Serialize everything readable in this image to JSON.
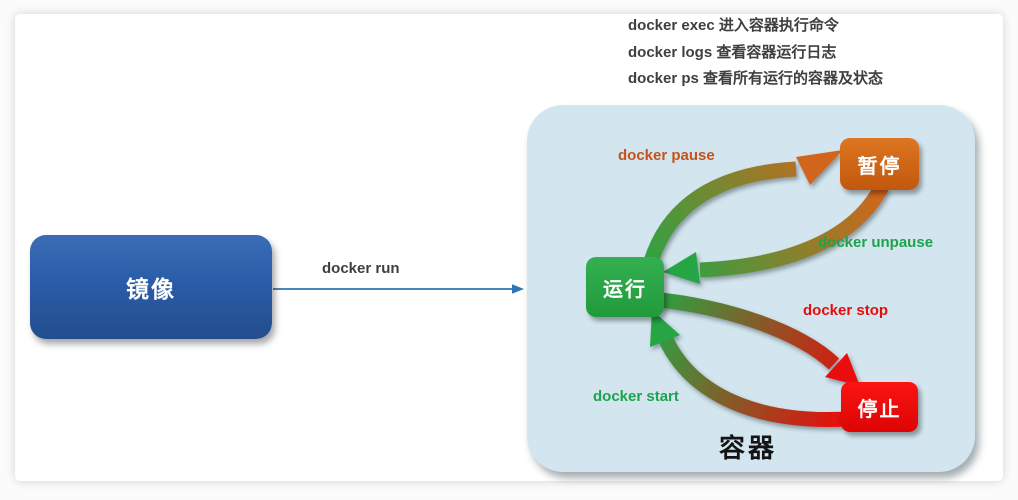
{
  "notes": {
    "lines": [
      "docker exec 进入容器执行命令",
      "docker logs 查看容器运行日志",
      "docker ps 查看所有运行的容器及状态"
    ]
  },
  "image_node": {
    "label": "镜像",
    "color": "#2b5ca8"
  },
  "run_arrow": {
    "label": "docker run",
    "color": "#2e75b6"
  },
  "container_panel": {
    "title": "容器",
    "bg": "#d3e5ee",
    "states": {
      "running": {
        "label": "运行",
        "color": "#28a544"
      },
      "paused": {
        "label": "暂停",
        "color": "#d2651c"
      },
      "stopped": {
        "label": "停止",
        "color": "#ea0b0b"
      }
    },
    "transitions": {
      "pause": {
        "label": "docker pause",
        "color": "#c5511c",
        "from": "运行",
        "to": "暂停"
      },
      "unpause": {
        "label": "docker unpause",
        "color": "#1ea34c",
        "from": "暂停",
        "to": "运行"
      },
      "stop": {
        "label": "docker stop",
        "color": "#e60c0c",
        "from": "运行",
        "to": "停止"
      },
      "start": {
        "label": "docker start",
        "color": "#1ea34c",
        "from": "停止",
        "to": "运行"
      }
    }
  }
}
